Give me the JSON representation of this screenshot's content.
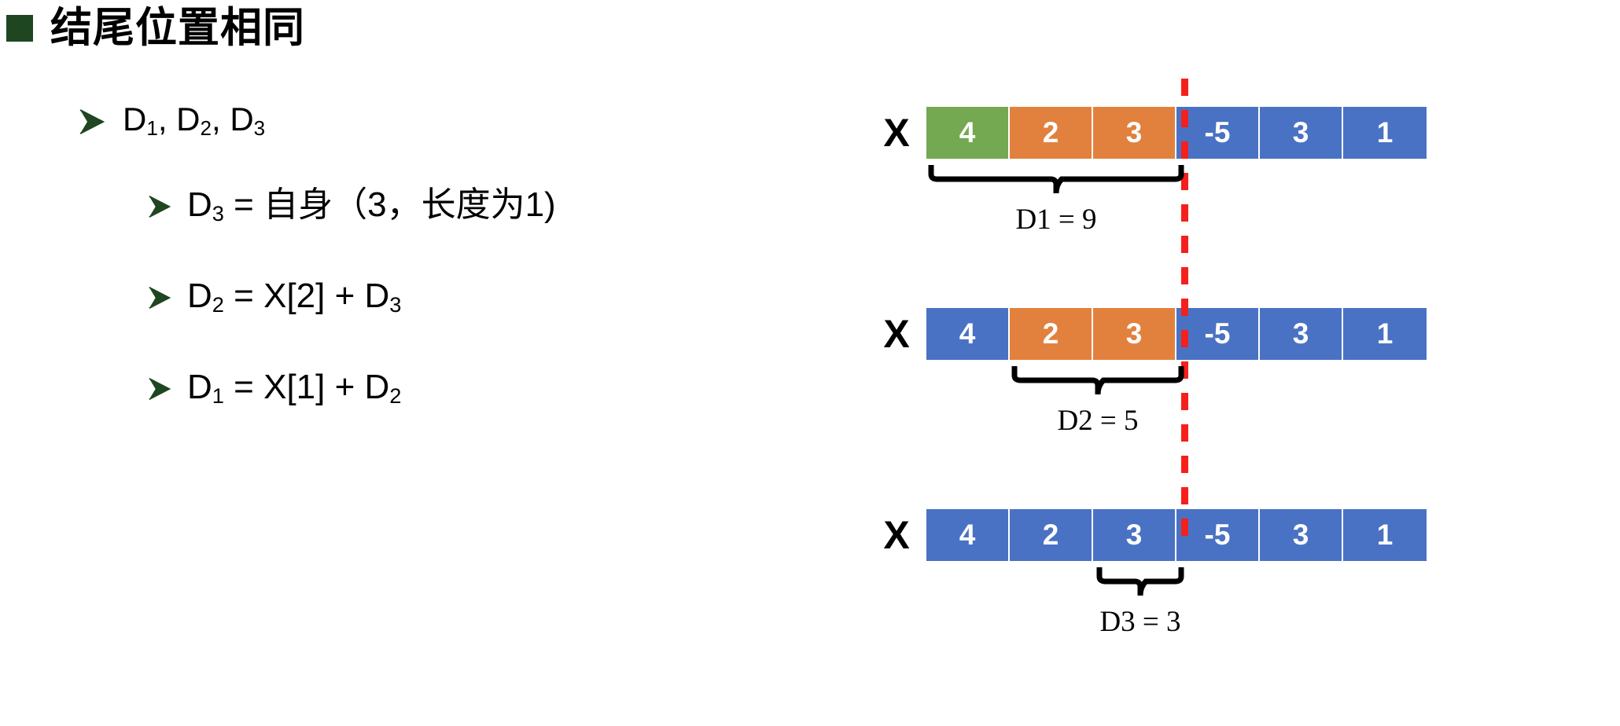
{
  "slide": {
    "title": "结尾位置相同",
    "title_bullet_color": "#1e4620",
    "bullets": [
      {
        "level": 1,
        "text_html": "D₁, D₂, D₃",
        "parts": [
          "D",
          "1",
          ", D",
          "2",
          ", D",
          "3"
        ]
      },
      {
        "level": 2,
        "text_html": "D₃ = 自身（3，长度为1)",
        "parts": [
          "D",
          "3",
          " = 自身（3，长度为1)"
        ]
      },
      {
        "level": 2,
        "text_html": "D₂ = X[2] + D₃",
        "parts": [
          "D",
          "2",
          " = X[2] + D",
          "3"
        ]
      },
      {
        "level": 2,
        "text_html": "D₁ = X[1] + D₂",
        "parts": [
          "D",
          "1",
          " = X[1] + D",
          "2"
        ]
      }
    ]
  },
  "chart_data": {
    "type": "table",
    "title": "结尾位置相同",
    "array_name": "X",
    "values": [
      4,
      2,
      3,
      -5,
      3,
      1
    ],
    "divider_after_index": 2,
    "divider_color": "#f4201c",
    "colors": {
      "blue": "#4a72c4",
      "orange": "#e2813e",
      "green": "#74a851"
    },
    "rows": [
      {
        "label": "X",
        "cells": [
          {
            "value": "4",
            "color": "green"
          },
          {
            "value": "2",
            "color": "orange"
          },
          {
            "value": "3",
            "color": "orange"
          },
          {
            "value": "-5",
            "color": "blue"
          },
          {
            "value": "3",
            "color": "blue"
          },
          {
            "value": "1",
            "color": "blue"
          }
        ],
        "brace": {
          "label": "D1 = 9",
          "start_index": 0,
          "end_index": 2,
          "value": 9
        }
      },
      {
        "label": "X",
        "cells": [
          {
            "value": "4",
            "color": "blue"
          },
          {
            "value": "2",
            "color": "orange"
          },
          {
            "value": "3",
            "color": "orange"
          },
          {
            "value": "-5",
            "color": "blue"
          },
          {
            "value": "3",
            "color": "blue"
          },
          {
            "value": "1",
            "color": "blue"
          }
        ],
        "brace": {
          "label": "D2 = 5",
          "start_index": 1,
          "end_index": 2,
          "value": 5
        }
      },
      {
        "label": "X",
        "cells": [
          {
            "value": "4",
            "color": "blue"
          },
          {
            "value": "2",
            "color": "blue"
          },
          {
            "value": "3",
            "color": "blue"
          },
          {
            "value": "-5",
            "color": "blue"
          },
          {
            "value": "3",
            "color": "blue"
          },
          {
            "value": "1",
            "color": "blue"
          }
        ],
        "brace": {
          "label": "D3 = 3",
          "start_index": 2,
          "end_index": 2,
          "value": 3
        }
      }
    ]
  }
}
